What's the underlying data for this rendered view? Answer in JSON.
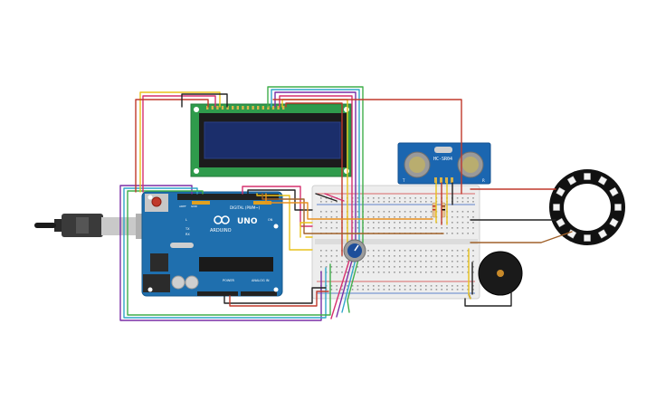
{
  "arduino": {
    "brand": "ARDUINO",
    "model": "UNO",
    "digital_header": "DIGITAL (PWM~)",
    "power_header": "POWER",
    "analog_header": "ANALOG IN",
    "tx_label": "TX",
    "rx_label": "RX",
    "l_label": "L",
    "on_label": "ON",
    "aref_label": "AREF",
    "gnd_label": "GND"
  },
  "sensor": {
    "label": "HC-SR04",
    "pin_t": "T",
    "pin_r": "R"
  },
  "colors": {
    "arduino_blue": "#1f6fae",
    "lcd_green": "#2f9b4c",
    "lcd_screen": "#1b2e6b",
    "sensor_blue": "#1b66b0",
    "breadboard": "#eeeeee",
    "ring": "#111111",
    "buzzer": "#1a1a1a",
    "potentiometer": "#1d4e9a"
  }
}
